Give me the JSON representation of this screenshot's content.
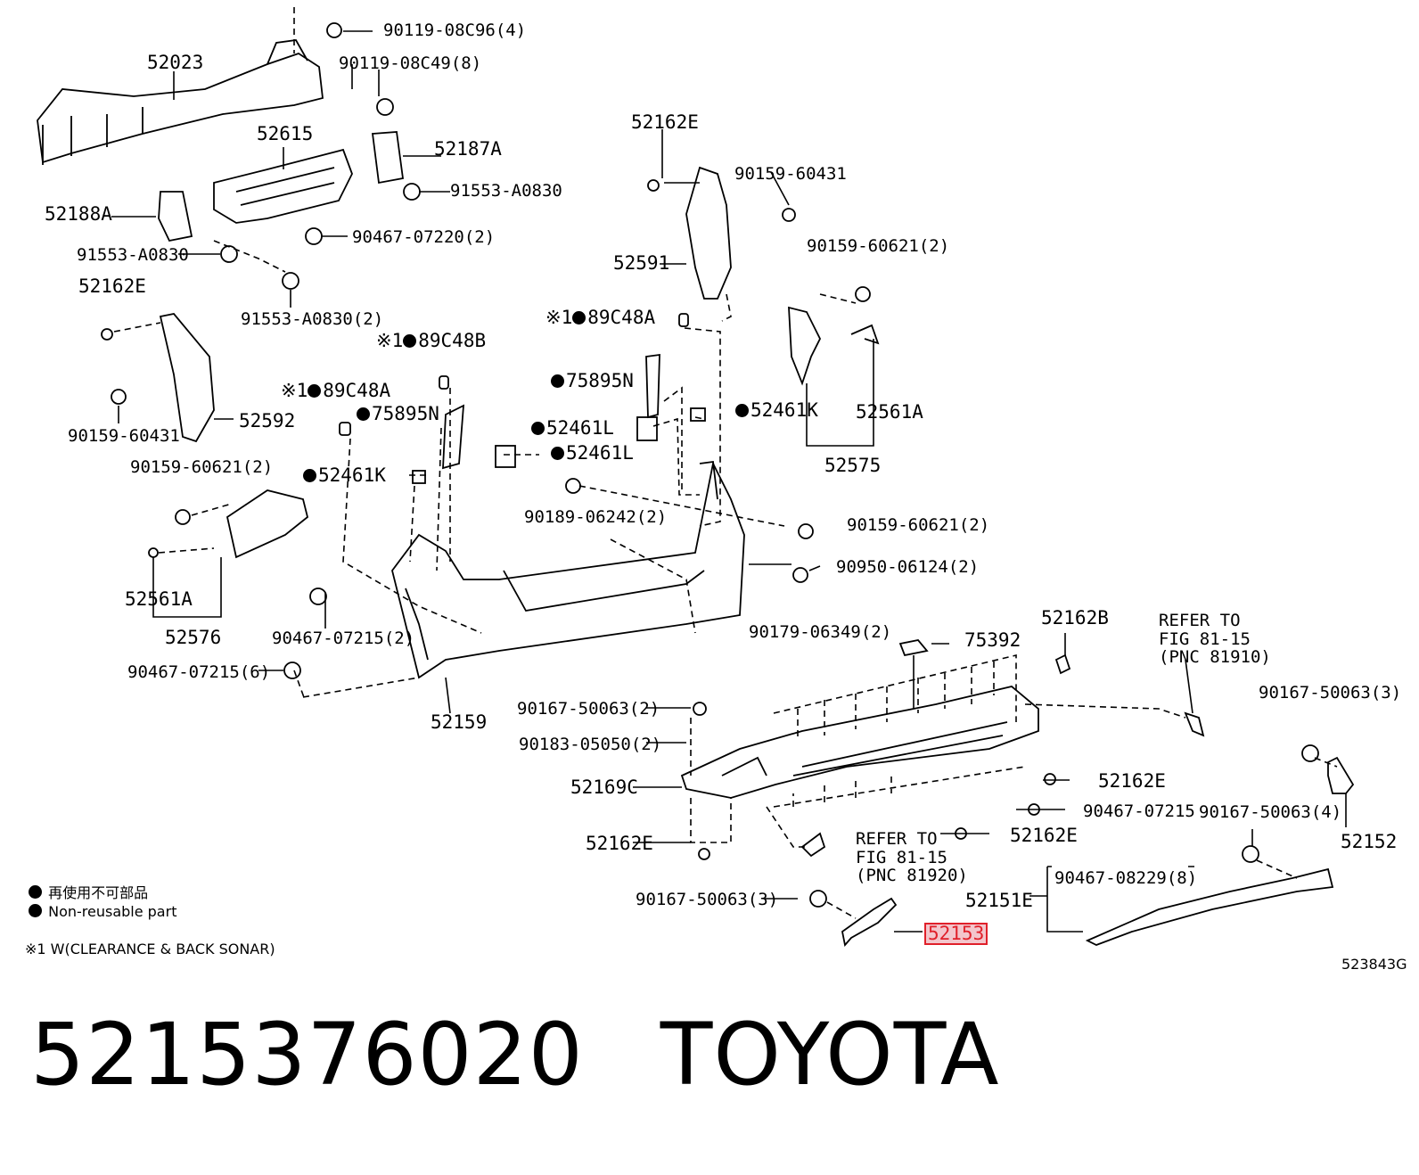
{
  "labels": {
    "p1": "90119-08C96(4)",
    "p2": "90119-08C49(8)",
    "p3": "52023",
    "p4": "52615",
    "p5": "52187A",
    "p6": "91553-A0830",
    "p7": "52188A",
    "p8": "90467-07220(2)",
    "p9": "91553-A0830",
    "p10": "91553-A0830(2)",
    "p11": "52162E",
    "p12": "52162E",
    "p13": "90159-60431",
    "p14": "52591",
    "p15": "90159-60621(2)",
    "p16": "90159-60431",
    "p17": "52592",
    "p18": "89C48B",
    "p19": "89C48A",
    "p20": "89C48A",
    "p21": "75895N",
    "p22": "75895N",
    "p23": "52461K",
    "p24": "52461K",
    "p25": "52461L",
    "p26": "52461L",
    "p27": "52561A",
    "p28": "52575",
    "p29": "90159-60621(2)",
    "p30": "90189-06242(2)",
    "p31": "90159-60621(2)",
    "p32": "52561A",
    "p33": "52576",
    "p34": "90950-06124(2)",
    "p35": "90467-07215(2)",
    "p36": "90179-06349(2)",
    "p37": "90467-07215(6)",
    "p38": "52159",
    "p39": "75392",
    "p40": "52162B",
    "p41": "90167-50063(2)",
    "p42": "90183-05050(2)",
    "p43": "52169C",
    "p44": "52162E",
    "p45": "52162E",
    "p46": "90467-07215",
    "p47": "52162E",
    "p48": "90167-50063(3)",
    "p49": "90167-50063(4)",
    "p50": "52152",
    "p51": "90467-08229(8)",
    "p52": "52151E",
    "p53": "90167-50063(3)",
    "p54": "52153"
  },
  "refer1": {
    "l1": "REFER TO",
    "l2": "FIG 81-15",
    "l3": "(PNC 81910)"
  },
  "refer2": {
    "l1": "REFER TO",
    "l2": "FIG 81-15",
    "l3": "(PNC 81920)"
  },
  "mark": "※1",
  "legend": {
    "jp": "再使用不可部品",
    "en": "Non-reusable part",
    "note": "※1  W(CLEARANCE & BACK SONAR)"
  },
  "doc_ref": "523843G",
  "footer": {
    "part_number": "5215376020",
    "brand": "TOYOTA"
  },
  "highlight_color": "#e0202a"
}
